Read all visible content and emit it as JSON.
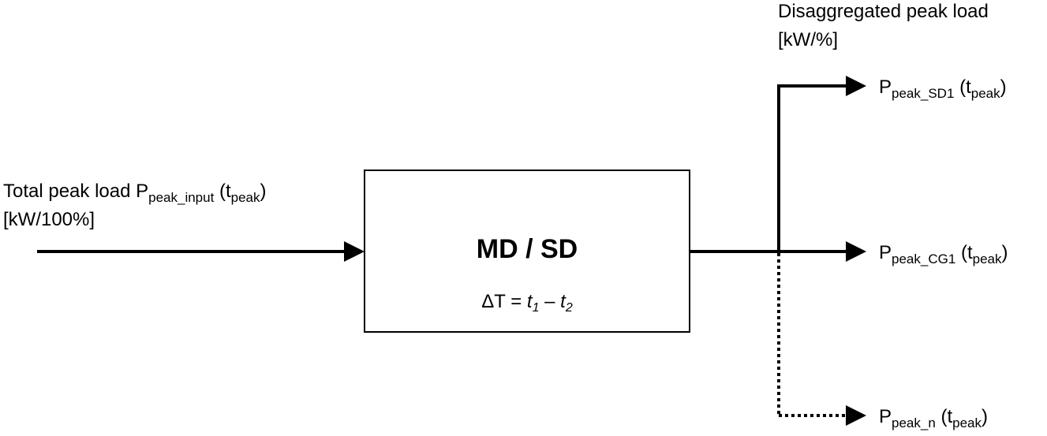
{
  "input": {
    "label_main": "Total peak load P",
    "label_sub": "peak_input",
    "label_paren_open": " (t",
    "label_paren_sub": "peak",
    "label_paren_close": ")",
    "unit": "[kW/100%]"
  },
  "process": {
    "title": "MD / SD",
    "formula_delta": "ΔT",
    "formula_eq": " = ",
    "formula_t1": "t",
    "formula_t1_sub": "1",
    "formula_minus": " – ",
    "formula_t2": "t",
    "formula_t2_sub": "2"
  },
  "output_header": {
    "title": "Disaggregated peak load",
    "unit": "[kW/%]"
  },
  "outputs": [
    {
      "main": "P",
      "sub": "peak_SD1",
      "paren_open": " (t",
      "paren_sub": "peak",
      "paren_close": ")",
      "line_style": "solid"
    },
    {
      "main": "P",
      "sub": "peak_CG1",
      "paren_open": " (t",
      "paren_sub": "peak",
      "paren_close": ")",
      "line_style": "solid"
    },
    {
      "main": "P",
      "sub": "peak_n",
      "paren_open": " (t",
      "paren_sub": "peak",
      "paren_close": ")",
      "line_style": "dotted"
    }
  ]
}
